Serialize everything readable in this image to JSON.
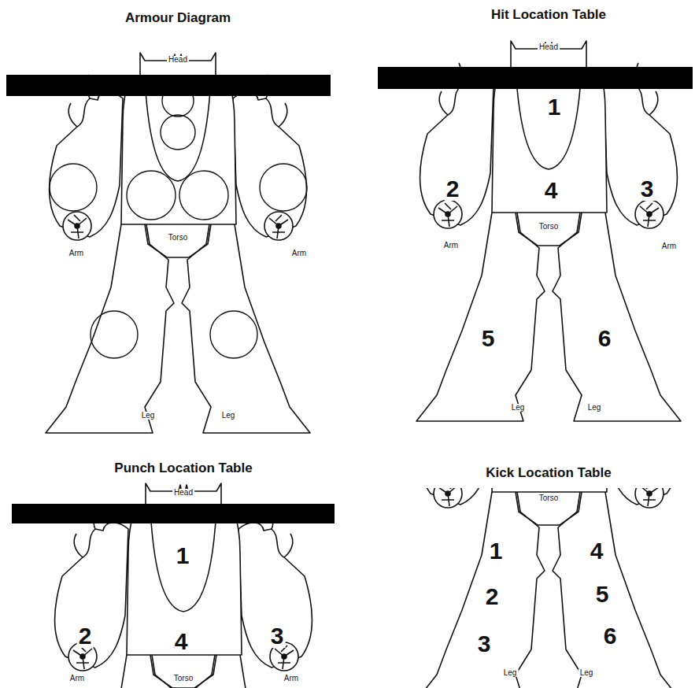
{
  "diagram": {
    "labels": [
      "Armour Diagram",
      "Head",
      "Arm",
      "Torso",
      "Arm",
      "Leg",
      "Leg",
      "Hit Location Table",
      "Head",
      "1",
      "2",
      "4",
      "3",
      "Arm",
      "Torso",
      "Arm",
      "5",
      "6",
      "Leg",
      "Leg",
      "Punch Location Table",
      "Head",
      "1",
      "2",
      "4",
      "3",
      "Arm",
      "Torso",
      "Arm",
      "Kick Location Table",
      "Torso",
      "1",
      "4",
      "2",
      "5",
      "3",
      "6",
      "Leg",
      "Leg"
    ]
  }
}
